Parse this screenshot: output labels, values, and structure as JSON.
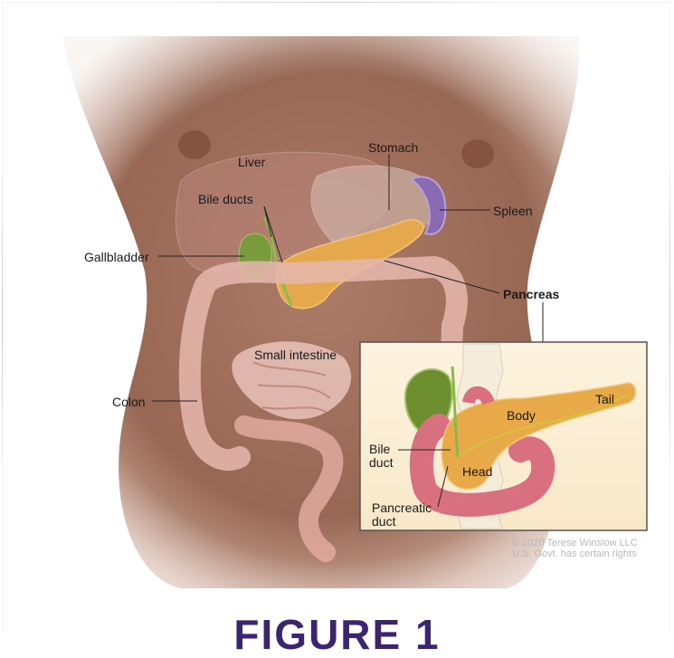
{
  "labels": {
    "liver": "Liver",
    "stomach": "Stomach",
    "bile_ducts": "Bile ducts",
    "spleen": "Spleen",
    "gallbladder": "Gallbladder",
    "pancreas": "Pancreas",
    "small_intestine": "Small intestine",
    "colon": "Colon"
  },
  "inset": {
    "body": "Body",
    "tail": "Tail",
    "bile_duct_1": "Bile",
    "bile_duct_2": "duct",
    "head": "Head",
    "pancreatic_duct_1": "Pancreatic",
    "pancreatic_duct_2": "duct"
  },
  "copyright": {
    "line1": "© 2020 Terese Winslow LLC",
    "line2": "U.S. Govt. has certain rights"
  },
  "figure_title": "FIGURE 1"
}
